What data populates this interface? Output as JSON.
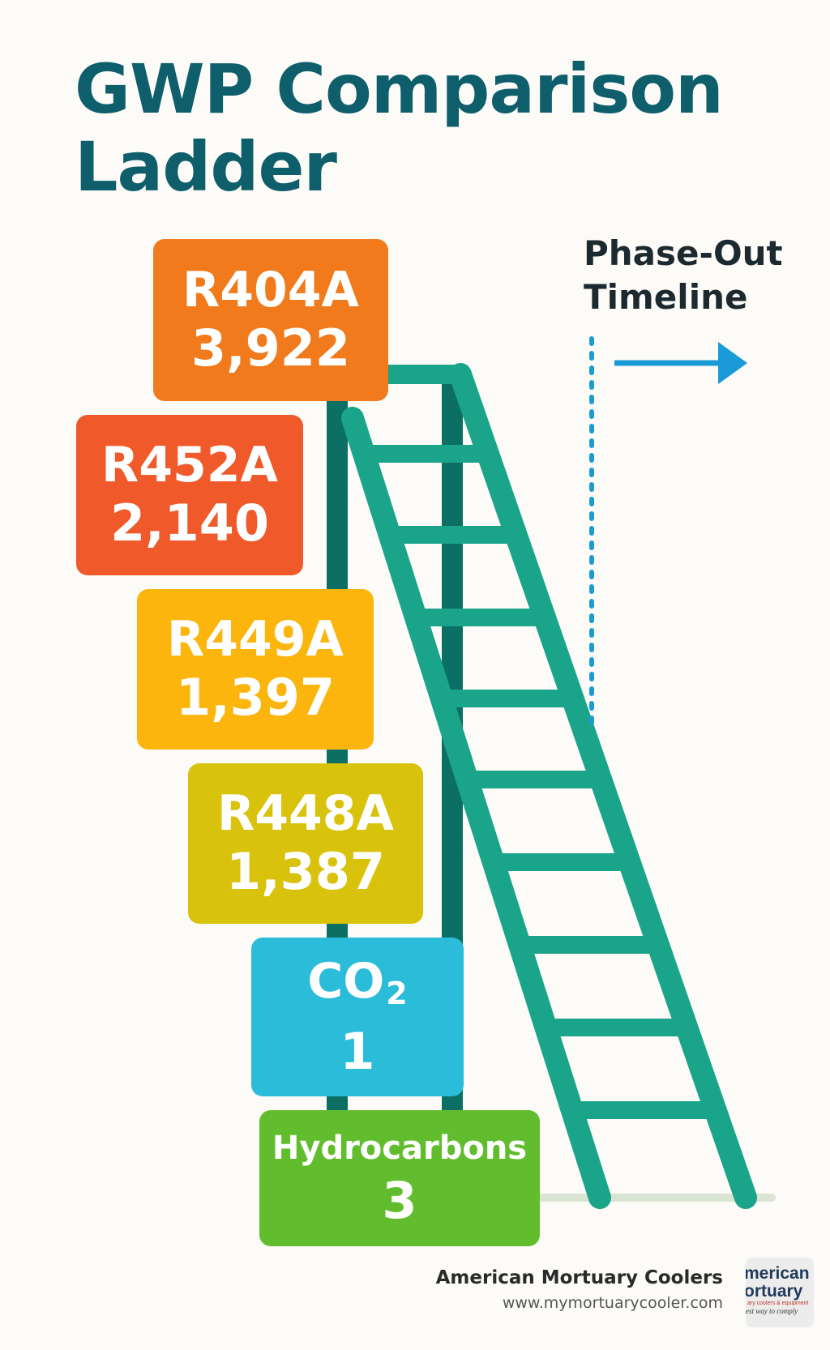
{
  "title": {
    "line1": "GWP Comparison",
    "line2": "Ladder"
  },
  "timeline": {
    "line1": "Phase-Out",
    "line2": "Timeline"
  },
  "refrigerants": [
    {
      "name": "R404A",
      "gwp": "3,922",
      "color": "#f07a1c"
    },
    {
      "name": "R452A",
      "gwp": "2,140",
      "color": "#f0592a"
    },
    {
      "name": "R449A",
      "gwp": "1,397",
      "color": "#fbb50d"
    },
    {
      "name": "R448A",
      "gwp": "1,387",
      "color": "#d8c20b"
    },
    {
      "name": "CO",
      "name_sub": "2",
      "gwp": "1",
      "color": "#2bbcd9"
    },
    {
      "name": "Hydrocarbons",
      "gwp": "3",
      "color": "#62bd2e"
    }
  ],
  "colors": {
    "title": "#0e5e6b",
    "ladder": "#1aa58a",
    "ladder_shadow": "#0c6f64",
    "timeline_arrow": "#1a9ad6"
  },
  "footer": {
    "brand": "American Mortuary Coolers",
    "url": "www.mymortuarycooler.com"
  },
  "logo": {
    "line1": "merican",
    "line2": "ortuary",
    "line3": "ary coolers & equipment",
    "line4": "est way to comply"
  }
}
